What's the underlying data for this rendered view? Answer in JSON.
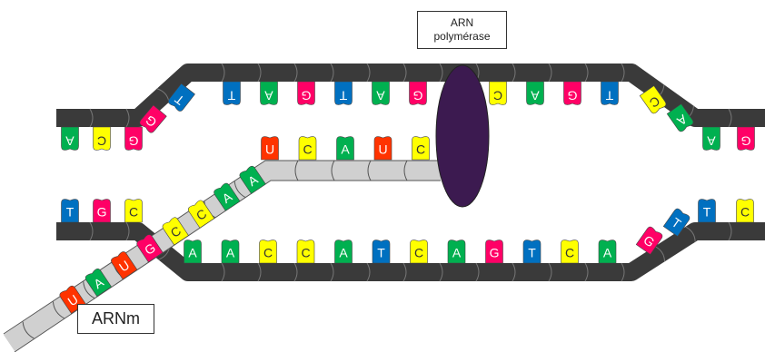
{
  "labels": {
    "polymerase_line1": "ARN",
    "polymerase_line2": "polymérase",
    "mrna": "ARNm"
  },
  "colors": {
    "A": "#00b050",
    "T": "#0070c0",
    "G": "#ff0066",
    "C": "#ffff00",
    "U": "#ff3300",
    "backbone": "#3a3a3a",
    "mrna_backbone": "#d0d0d0",
    "polymerase": "#3c1a50"
  },
  "strands": {
    "upper_left_bases": [
      "A",
      "C",
      "G"
    ],
    "upper_bent_bases": [
      "G",
      "T"
    ],
    "upper_top_bases": [
      "T",
      "A",
      "G",
      "T",
      "A",
      "G"
    ],
    "upper_after_polymerase": [
      "C",
      "A",
      "G",
      "T"
    ],
    "upper_right_bent": [
      "C",
      "A"
    ],
    "upper_right_bases": [
      "A",
      "G"
    ],
    "lower_left_bases": [
      "T",
      "G",
      "C"
    ],
    "lower_bottom_bases": [
      "A",
      "A",
      "C",
      "C",
      "A",
      "T",
      "C",
      "A",
      "G",
      "T",
      "C",
      "A"
    ],
    "lower_right_bent": [
      "G",
      "T"
    ],
    "lower_right_bases": [
      "T",
      "C"
    ],
    "mrna_horizontal": [
      "U",
      "C",
      "A",
      "U",
      "C"
    ],
    "mrna_diagonal": [
      "A",
      "A",
      "C",
      "C",
      "G",
      "U",
      "A",
      "U"
    ]
  }
}
